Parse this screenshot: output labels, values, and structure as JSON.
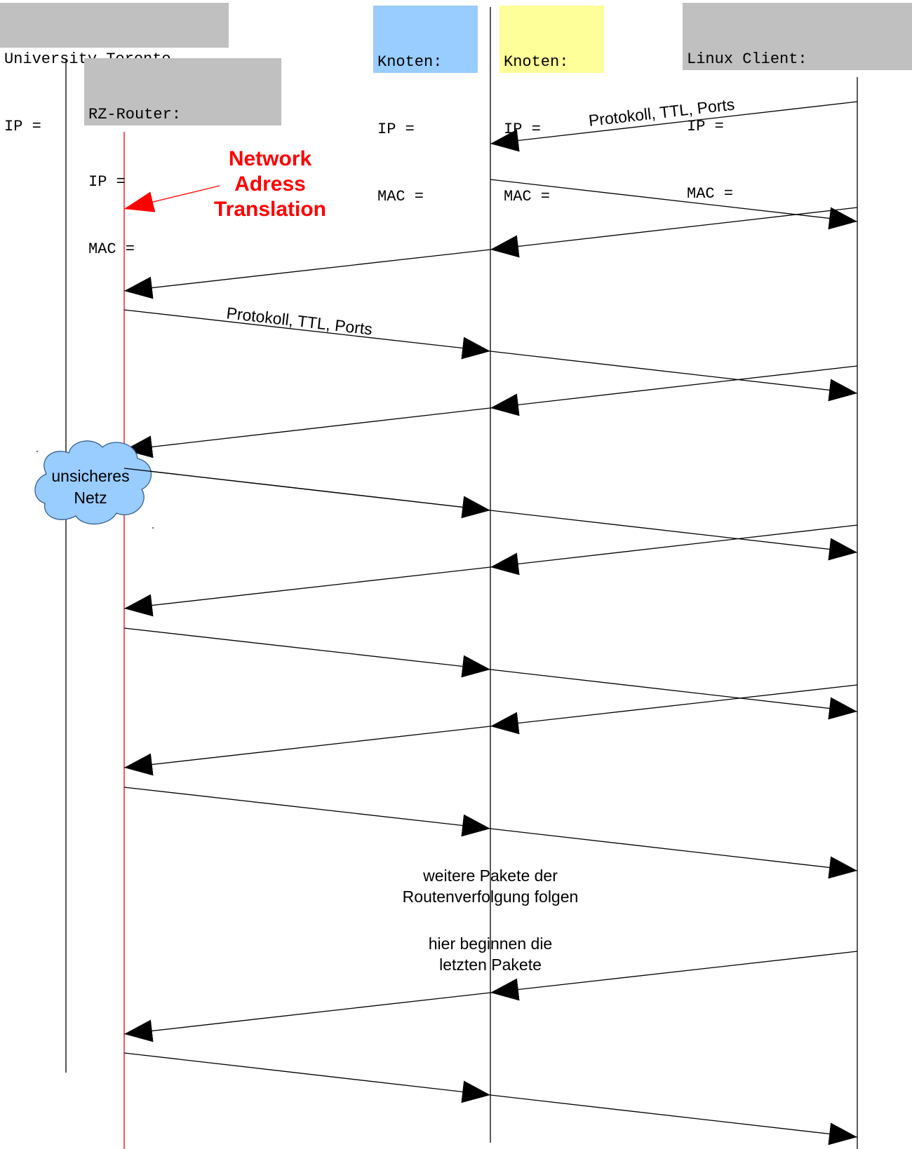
{
  "entities": {
    "university": {
      "lines": [
        "University Toronto",
        "IP ="
      ]
    },
    "router": {
      "lines": [
        "RZ-Router:",
        "IP =",
        "MAC ="
      ]
    },
    "knoten1": {
      "lines": [
        "Knoten:",
        "IP =",
        "MAC ="
      ]
    },
    "knoten2": {
      "lines": [
        "Knoten:",
        "IP =",
        "MAC ="
      ]
    },
    "client": {
      "lines": [
        "Linux Client:",
        "IP =",
        "MAC ="
      ]
    }
  },
  "labels": {
    "packet_label_top": "Protokoll, TTL, Ports",
    "packet_label_mid": "Protokoll, TTL, Ports",
    "nat_line1": "Network",
    "nat_line2": "Adress",
    "nat_line3": "Translation",
    "cloud_line1": "unsicheres",
    "cloud_line2": "Netz",
    "note1_line1": "weitere Pakete der",
    "note1_line2": "Routenverfolgung folgen",
    "note2_line1": "hier beginnen die",
    "note2_line2": "letzten Pakete"
  },
  "colors": {
    "knoten1_box": "#99ccff",
    "knoten2_box": "#ffff99",
    "header_box": "#c0c0c0",
    "router_lifeline": "#ff0000",
    "nat_text": "#ff0000",
    "cloud_fill": "#99ccff"
  }
}
